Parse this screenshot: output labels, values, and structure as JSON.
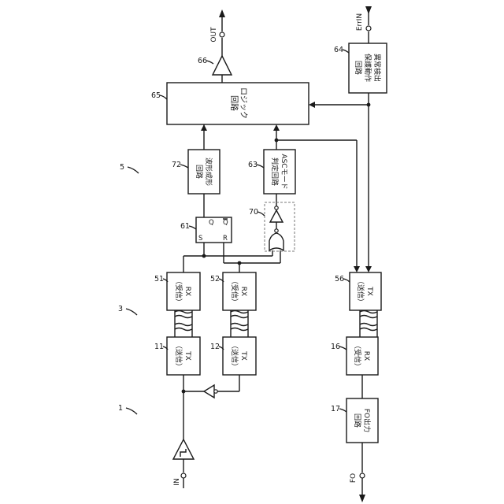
{
  "signals": {
    "in": "IN",
    "out": "OUT",
    "errin": "ErrIN",
    "fo": "FO"
  },
  "refs": {
    "r1": "1",
    "r3": "3",
    "r5": "5",
    "r11": "11",
    "r12": "12",
    "r16": "16",
    "r17": "17",
    "r51": "51",
    "r52": "52",
    "r56": "56",
    "r61": "61",
    "r63": "63",
    "r64": "64",
    "r65": "65",
    "r66": "66",
    "r70": "70",
    "r72": "72"
  },
  "blocks": {
    "logic": [
      "ロジック",
      "回路"
    ],
    "waveform": [
      "波形成形",
      "回路"
    ],
    "asc": [
      "ASCモード",
      "判定回路"
    ],
    "fault": [
      "異常検出",
      "保護動作",
      "回路"
    ],
    "fo_out": [
      "FO出力",
      "回路"
    ],
    "tx11": [
      "TX",
      "（送信）"
    ],
    "tx12": [
      "TX",
      "（送信）"
    ],
    "rx51": [
      "RX",
      "（受信）"
    ],
    "rx52": [
      "RX",
      "（受信）"
    ],
    "tx56": [
      "TX",
      "（送信）"
    ],
    "rx16": [
      "RX",
      "（受信）"
    ]
  },
  "flipflop": {
    "s": "S",
    "r": "R",
    "q": "Q",
    "qbar": "Q"
  }
}
